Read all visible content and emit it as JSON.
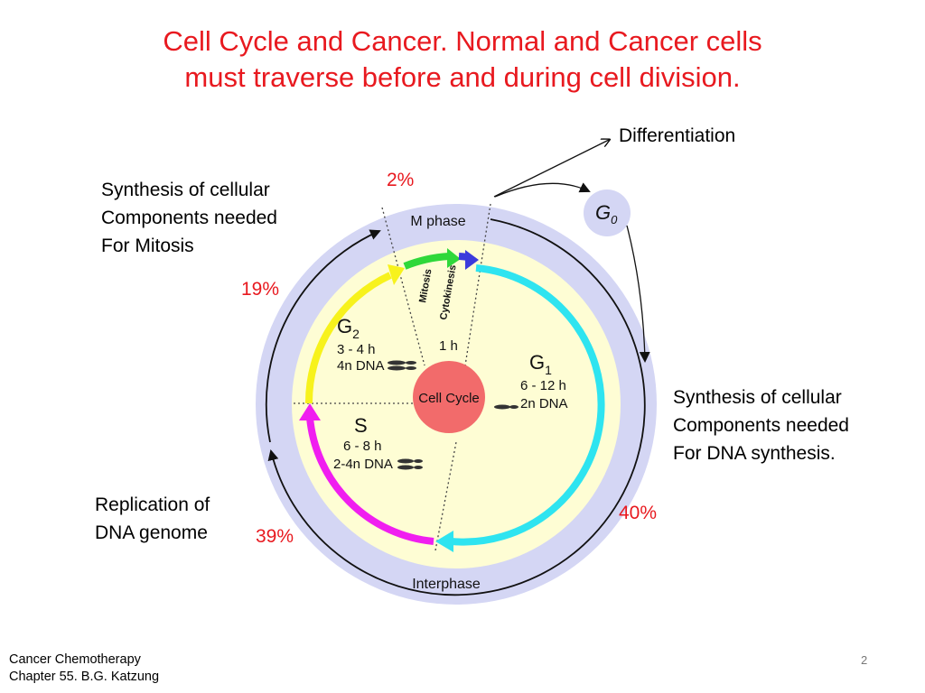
{
  "title": {
    "line1": "Cell Cycle and Cancer. Normal and Cancer cells",
    "line2": "must traverse before and during cell division."
  },
  "annotations": {
    "differentiation": "Differentiation",
    "mitosis_components": [
      "Synthesis of cellular",
      "Components needed",
      "For Mitosis"
    ],
    "dna_components": [
      "Synthesis of cellular",
      "Components needed",
      "For DNA synthesis."
    ],
    "replication": [
      "Replication of",
      "DNA genome"
    ]
  },
  "percentages": {
    "m": "2%",
    "g2": "19%",
    "s": "39%",
    "g1": "40%"
  },
  "cycle": {
    "center": "Cell Cycle",
    "m_phase": "M phase",
    "interphase": "Interphase",
    "mitosis": "Mitosis",
    "cytokinesis": "Cytokinesis",
    "m_duration": "1 h",
    "g2": {
      "letter": "G",
      "sub": "2",
      "time": "3 - 4 h",
      "dna": "4n DNA"
    },
    "g1": {
      "letter": "G",
      "sub": "1",
      "time": "6 - 12 h",
      "dna": "2n DNA"
    },
    "s": {
      "letter": "S",
      "time": "6 - 8 h",
      "dna": "2-4n DNA"
    },
    "g0": {
      "letter": "G",
      "sub": "0"
    }
  },
  "footer": {
    "line1": "Cancer Chemotherapy",
    "line2": "Chapter 55. B.G. Katzung"
  },
  "page_number": "2",
  "colors": {
    "title": "#e8191f",
    "outer_ring": "#d4d6f4",
    "inner_disc": "#fefdd4",
    "center": "#f26b6b",
    "g1_arrow": "#2ee4f0",
    "s_arrow": "#f01ef0",
    "g2_arrow": "#f7f21c",
    "m_arrow": "#2fd83a",
    "cyto_arrow": "#3b3bdc"
  }
}
